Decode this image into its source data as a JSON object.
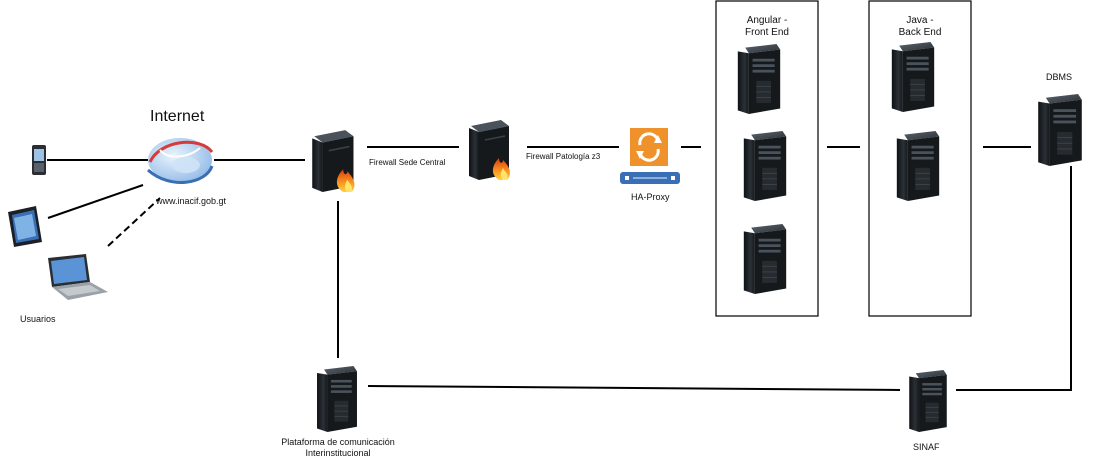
{
  "labels": {
    "internet": "Internet",
    "website": "www.inacif.gob.gt",
    "users": "Usuarios",
    "firewall_central": "Firewall Sede Central",
    "firewall_patologia": "Firewall Patología z3",
    "ha_proxy": "HA-Proxy",
    "angular_line1": "Angular -",
    "angular_line2": "Front End",
    "java_line1": "Java -",
    "java_line2": "Back End",
    "dbms": "DBMS",
    "plataforma_line1": "Plataforma de comunicación",
    "plataforma_line2": "Interinstitucional",
    "sinaf": "SINAF"
  },
  "colors": {
    "line": "#000000",
    "server_body": "#1e2226",
    "server_face": "#3a4048",
    "proxy_orange": "#f0922b",
    "proxy_bar": "#3a6fb5",
    "firewall_flame": "#f27a1a",
    "globe_blue": "#8fb8e6",
    "globe_red": "#d83a3a"
  },
  "icons": [
    "phone-icon",
    "tablet-icon",
    "laptop-icon",
    "globe-icon",
    "firewall-icon",
    "proxy-icon",
    "server-icon"
  ]
}
